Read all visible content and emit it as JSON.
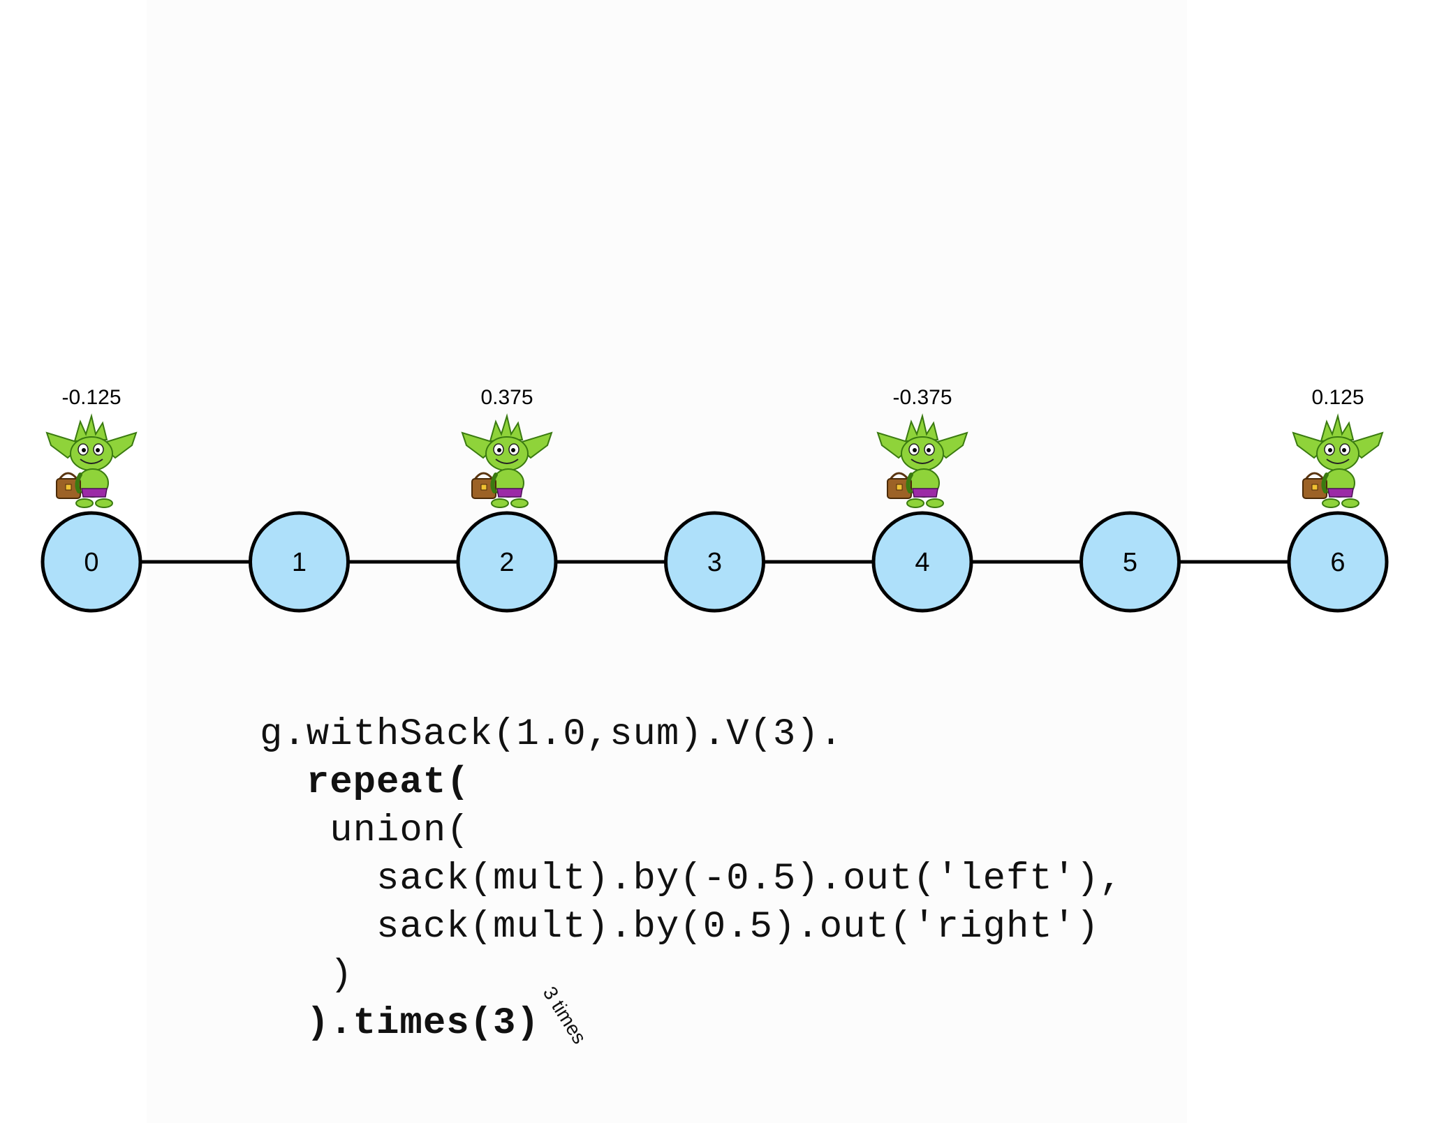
{
  "diagram": {
    "nodes": [
      "0",
      "1",
      "2",
      "3",
      "4",
      "5",
      "6"
    ],
    "node_fill": "#aee0fa",
    "node_stroke": "#000000",
    "edge_color": "#000000",
    "traversers": [
      {
        "node": "0",
        "sack": "-0.125"
      },
      {
        "node": "2",
        "sack": "0.375"
      },
      {
        "node": "4",
        "sack": "-0.375"
      },
      {
        "node": "6",
        "sack": "0.125"
      }
    ],
    "traverser_icon": "goblin-with-bag-icon"
  },
  "code": {
    "line1": "g.withSack(1.0,sum).V(3).",
    "line2": "repeat(",
    "line3": "union(",
    "line4": "sack(mult).by(-0.5).out('left'),",
    "line5": "sack(mult).by(0.5).out('right')",
    "line6": ")",
    "line7": ").times(3)"
  },
  "annotation": "3 times"
}
